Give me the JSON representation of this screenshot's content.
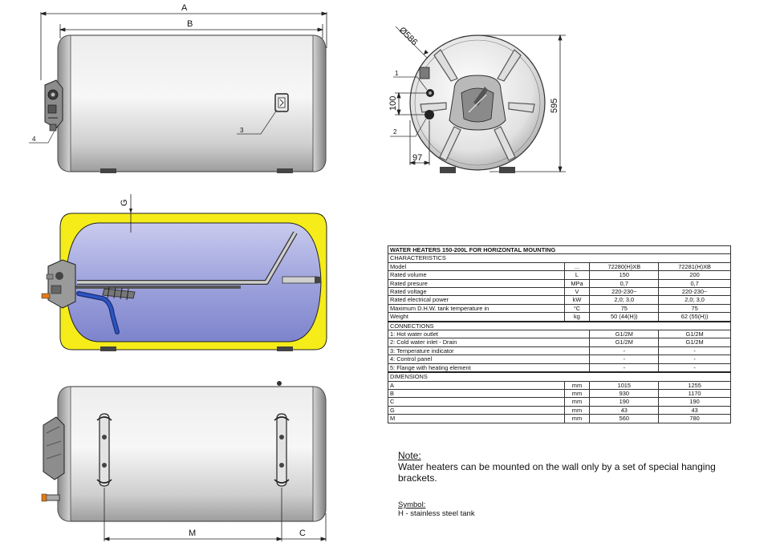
{
  "top_view": {
    "dim_a": "A",
    "dim_b": "B",
    "callout_3": "3",
    "callout_4": "4"
  },
  "side_view": {
    "dim_diameter": "Ø586",
    "dim_height": "595",
    "dim_100": "100",
    "dim_97": "97",
    "callout_1": "1",
    "callout_2": "2"
  },
  "section_view": {
    "dim_g": "G"
  },
  "bottom_view": {
    "dim_m": "M",
    "dim_c": "C"
  },
  "spec_table": {
    "title": "WATER HEATERS 150-200L FOR HORIZONTAL MOUNTING",
    "characteristics_header": "CHARACTERISTICS",
    "characteristics": [
      {
        "label": "Model",
        "unit": "...",
        "v1": "72280(H)XB",
        "v2": "72281(H)XB"
      },
      {
        "label": "Rated volume",
        "unit": "L",
        "v1": "150",
        "v2": "200"
      },
      {
        "label": "Rated presure",
        "unit": "MPa",
        "v1": "0,7",
        "v2": "0,7"
      },
      {
        "label": "Rated voltage",
        "unit": "V",
        "v1": "220-230~",
        "v2": "220-230~"
      },
      {
        "label": "Rated electrical power",
        "unit": "kW",
        "v1": "2,0; 3,0",
        "v2": "2,0; 3,0"
      },
      {
        "label": "Maximum D.H.W. tank temperature in",
        "unit": "°C",
        "v1": "75",
        "v2": "75"
      },
      {
        "label": "Weight",
        "unit": "kg",
        "v1": "50 (44(H))",
        "v2": "62 (55(H))"
      }
    ],
    "connections_header": "CONNECTIONS",
    "connections": [
      {
        "label": "1: Hot water outlet",
        "v1": "G1/2M",
        "v2": "G1/2M"
      },
      {
        "label": "2: Cold water inlet - Drain",
        "v1": "G1/2M",
        "v2": "G1/2M"
      },
      {
        "label": "3: Temperature indicator",
        "v1": "-",
        "v2": "-"
      },
      {
        "label": "4: Control panel",
        "v1": "-",
        "v2": "-"
      },
      {
        "label": "5: Flange with heating element",
        "v1": "-",
        "v2": "-"
      }
    ],
    "dimensions_header": "DIMENSIONS",
    "dimensions": [
      {
        "label": "A",
        "unit": "mm",
        "v1": "1015",
        "v2": "1255"
      },
      {
        "label": "B",
        "unit": "mm",
        "v1": "930",
        "v2": "1170"
      },
      {
        "label": "C",
        "unit": "mm",
        "v1": "190",
        "v2": "190"
      },
      {
        "label": "G",
        "unit": "mm",
        "v1": "43",
        "v2": "43"
      },
      {
        "label": "M",
        "unit": "mm",
        "v1": "560",
        "v2": "780"
      }
    ]
  },
  "note": {
    "title": "Note:",
    "text": "Water heaters can be mounted on the wall only by a set of special hanging brackets."
  },
  "symbol": {
    "title": "Symbol:",
    "text": "H - stainless steel tank"
  },
  "colors": {
    "insulation": "#f5ec1a",
    "tank_inner": "#8f95d6",
    "steel_light": "#f1f1f1",
    "steel_dark": "#9a9a9a",
    "pipe_blue": "#2b55c6"
  }
}
